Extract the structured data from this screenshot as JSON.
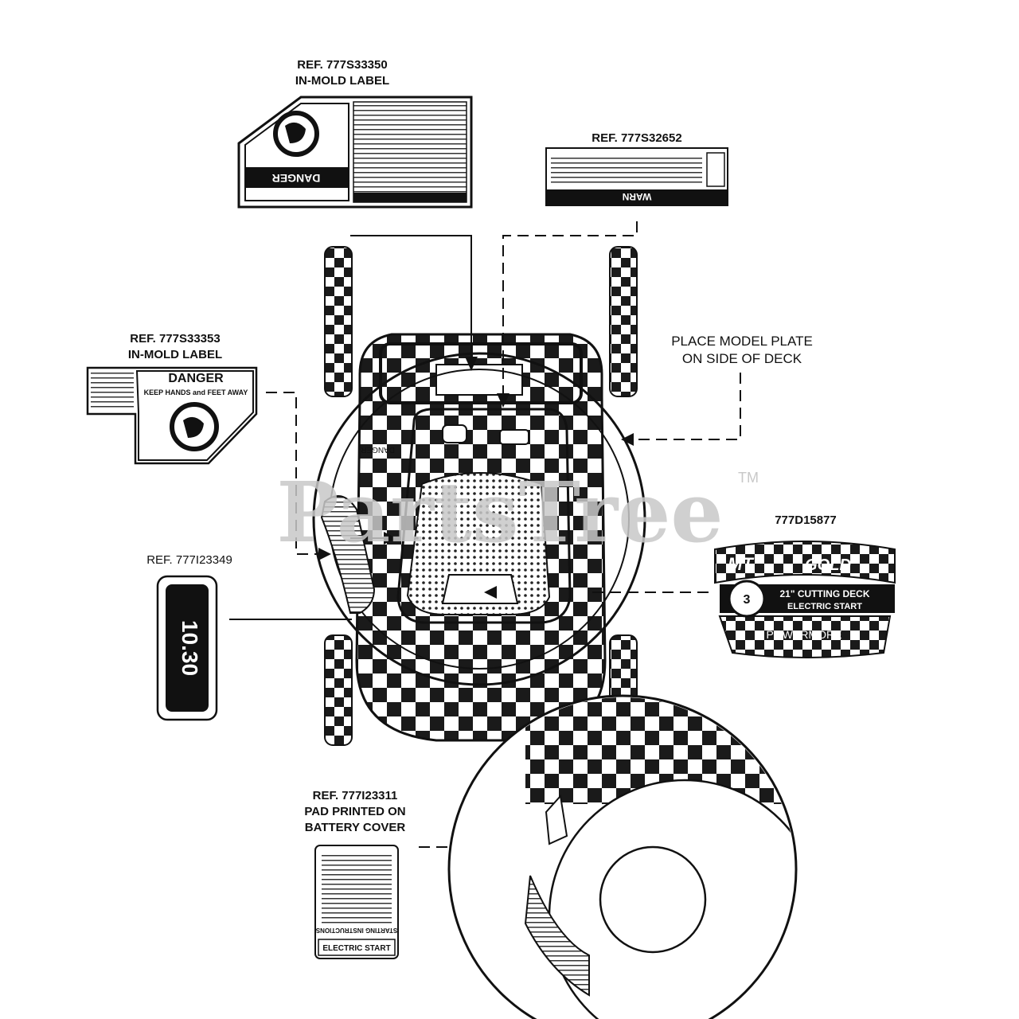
{
  "callouts": {
    "label_top": {
      "ref": "REF. 777S33350",
      "note": "IN-MOLD LABEL"
    },
    "label_right_top": {
      "ref": "REF. 777S32652"
    },
    "label_left": {
      "ref": "REF. 777S33353",
      "note": "IN-MOLD LABEL"
    },
    "model_plate": {
      "line1": "PLACE MODEL PLATE",
      "line2": "ON SIDE OF DECK"
    },
    "label_right_mid": {
      "ref": "777D15877"
    },
    "label_left_small": {
      "ref": "REF. 777I23349"
    },
    "label_bottom": {
      "ref": "REF. 777I23311",
      "line2": "PAD PRINTED ON",
      "line3": "BATTERY COVER"
    }
  },
  "decals": {
    "danger_word": "DANGER",
    "keep_hands": "KEEP HANDS and FEET AWAY",
    "danger_small": "DANGER",
    "warn_fragment": "WARN",
    "badge_number": "10.30",
    "brand_fragment": "MT",
    "gold_fragment": "GOLD",
    "cutting_deck": "21\" CUTTING DECK",
    "electric_start_decal": "ELECTRIC START",
    "warranty_number": "3",
    "power_fragment": "POWERMORE",
    "electric_start_label": "ELECTRIC START",
    "starting_instructions": "STARTING INSTRUCTIONS"
  },
  "watermark": {
    "text": "PartsTree",
    "trademark": "TM"
  },
  "colors": {
    "ink": "#111111",
    "watermark": "#c8c8c8",
    "checker": "#1a1a1a"
  }
}
